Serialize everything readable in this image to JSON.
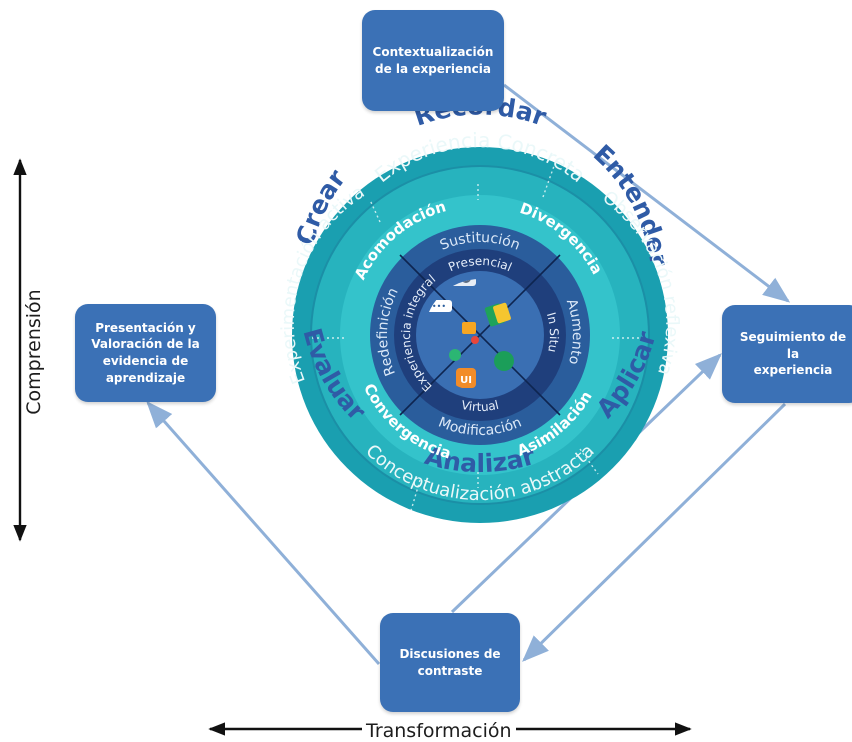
{
  "boxes": {
    "top": [
      "Contextualización",
      "de la experiencia"
    ],
    "left": [
      "Presentación y",
      "Valoración de la",
      "evidencia de",
      "aprendizaje"
    ],
    "right": [
      "Seguimiento de la",
      "experiencia"
    ],
    "bottom": [
      "Discusiones de",
      "contraste"
    ]
  },
  "axes": {
    "x_label": "Transformación",
    "y_label": "Comprensión"
  },
  "wheel": {
    "outer_words": {
      "top": "Recordar",
      "upper_right": "Entender",
      "lower_right": "Aplicar",
      "bottom": "Analizar",
      "lower_left": "Evaluar",
      "upper_left": "Crear"
    },
    "cycle_ring": {
      "top": "Experiencia Concreta",
      "right": "Observación reflexiva",
      "bottom": "Conceptualización abstracta",
      "left": "Experimentación activa"
    },
    "style_ring": {
      "upper_left": "Acomodación",
      "upper_right": "Divergencia",
      "lower_right": "Asimilación",
      "lower_left": "Convergencia"
    },
    "samr_ring": {
      "top": "Sustitución",
      "right": "Aumento",
      "bottom": "Modificación",
      "left": "Redefinición"
    },
    "mode_ring": {
      "top": "Presencial",
      "right": "In Situ",
      "bottom": "Virtual",
      "left": "Experiencia integral"
    }
  },
  "colors": {
    "box": "#3b71b6",
    "arrow": "#8fb0d8",
    "outer_ring": "#1a9fb0",
    "cycle_ring": "#27b3be",
    "style_ring": "#34c3cb",
    "samr_ring": "#2a5d9c",
    "mode_ring": "#1f3f7c",
    "core": "#3a6fb3",
    "outer_words": "#2f5ba6"
  }
}
